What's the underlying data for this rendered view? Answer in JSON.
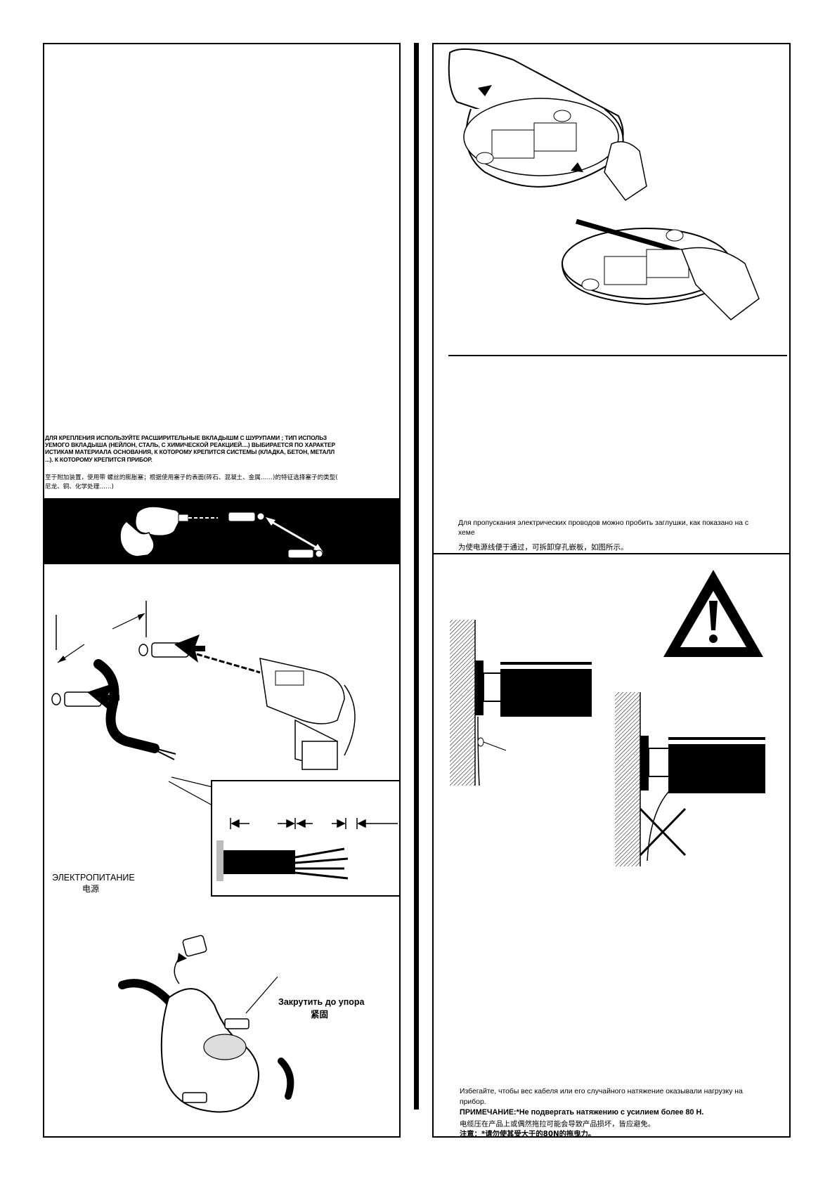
{
  "left_top": {
    "mount_note_ru": "ДЛЯ КРЕПЛЕНИЯ ИСПОЛЬЗУЙТЕ РАСШИРИТЕЛЬНЫЕ ВКЛАДЫШМ С ШУРУПАМИ       ; ТИП ИСПОЛЬЗ\nУЕМОГО ВКЛАДЫША (НЕЙЛОН, СТАЛЬ, С ХИМИЧЕСКОЙ РЕАКЦИЕЙ....) ВЫБИРАЕТСЯ ПО ХАРАКТЕР\nИСТИКАМ МАТЕРИАЛА ОСНОВАНИЯ, К КОТОРОМУ КРЕПИТСЯ СИСТЕМЫ (КЛАДКА, БЕТОН, МЕТАЛЛ\n...). К КОТОРОМУ КРЕПИТСЯ ПРИБОР.",
    "mount_note_zh": "至于附加装置，使用带      螺丝的膨胀塞；根据使用塞子的表面(砖石、混凝土、金属……)的特征选择塞子的类型(\n尼龙、铜、化学处理……)"
  },
  "left_bottom": {
    "power_label_ru": "ЭЛЕКТРОПИТАНИЕ",
    "power_label_zh": "电源",
    "tighten_ru": "Закрутить до упора",
    "tighten_zh": "紧固"
  },
  "right_top": {
    "knockout_note_ru": "Для пропускания электрических проводов можно пробить заглушки, как показано на с\nхеме",
    "knockout_note_zh": "为使电源线便于通过，可拆卸穿孔嵌板，如图所示。"
  },
  "right_bottom": {
    "warning_ru": "Избегайте, чтобы вес кабеля или его случайного натяжение оказывали нагрузку на\nприбор.",
    "note_ru": "ПРИМЕЧАНИЕ:*Не подвергать натяжению с усилием более 80 Н.",
    "warning_zh": "电缆压在产品上或偶然拖拉可能会导致产品损坏，皆应避免。",
    "note_zh": "注意：*请勿使其受大于的80N的拖曳力。"
  },
  "colors": {
    "ink": "#000000",
    "paper": "#ffffff"
  }
}
